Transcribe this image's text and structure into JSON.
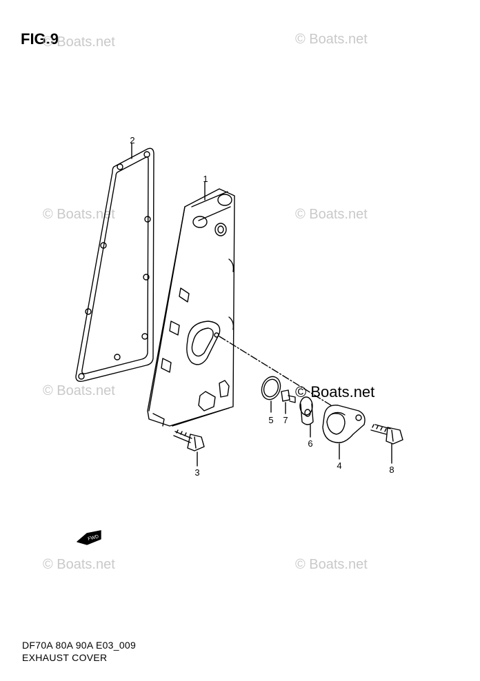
{
  "figure": {
    "title": "FIG.9"
  },
  "watermark": {
    "text": "© Boats.net"
  },
  "callouts": [
    "1",
    "2",
    "3",
    "4",
    "5",
    "6",
    "7",
    "8"
  ],
  "fwd_label": "FWD",
  "footer": {
    "model": "DF70A 80A 90A E03_009",
    "section": "EXHAUST COVER"
  }
}
